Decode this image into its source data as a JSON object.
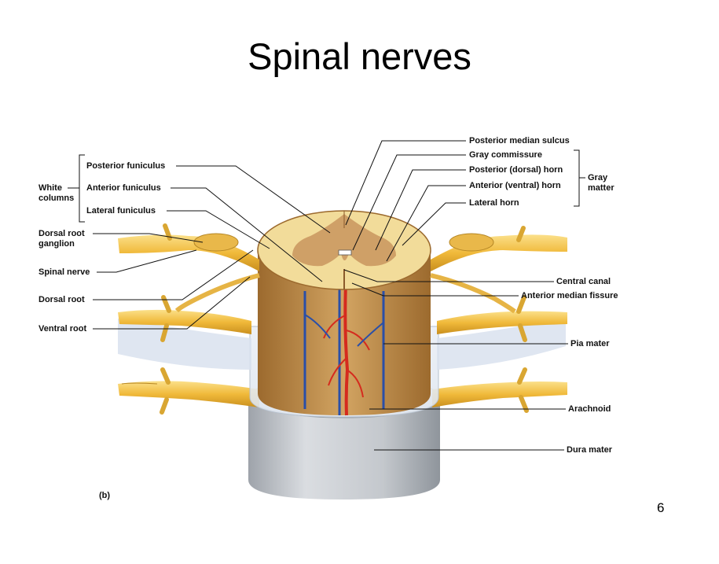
{
  "title": "Spinal nerves",
  "page_number": "6",
  "panel_tag": "(b)",
  "labels": {
    "posterior_median_sulcus": "Posterior median sulcus",
    "gray_commissure": "Gray commissure",
    "posterior_horn": "Posterior (dorsal) horn",
    "anterior_horn": "Anterior (ventral) horn",
    "lateral_horn": "Lateral horn",
    "gray_matter_line1": "Gray",
    "gray_matter_line2": "matter",
    "posterior_funiculus": "Posterior funiculus",
    "anterior_funiculus": "Anterior funiculus",
    "lateral_funiculus": "Lateral funiculus",
    "white_columns_line1": "White",
    "white_columns_line2": "columns",
    "dorsal_root_ganglion_line1": "Dorsal root",
    "dorsal_root_ganglion_line2": "ganglion",
    "spinal_nerve": "Spinal nerve",
    "dorsal_root": "Dorsal root",
    "ventral_root": "Ventral root",
    "central_canal": "Central canal",
    "anterior_median_fissure": "Anterior median fissure",
    "pia_mater": "Pia mater",
    "arachnoid": "Arachnoid",
    "dura_mater": "Dura mater"
  },
  "colors": {
    "white_matter": "#f2dc9a",
    "gray_matter": "#c9955e",
    "nerve": "#f4c542",
    "dura": "#c9cdd3",
    "artery": "#d52b1e",
    "vein": "#2a4fa8"
  }
}
